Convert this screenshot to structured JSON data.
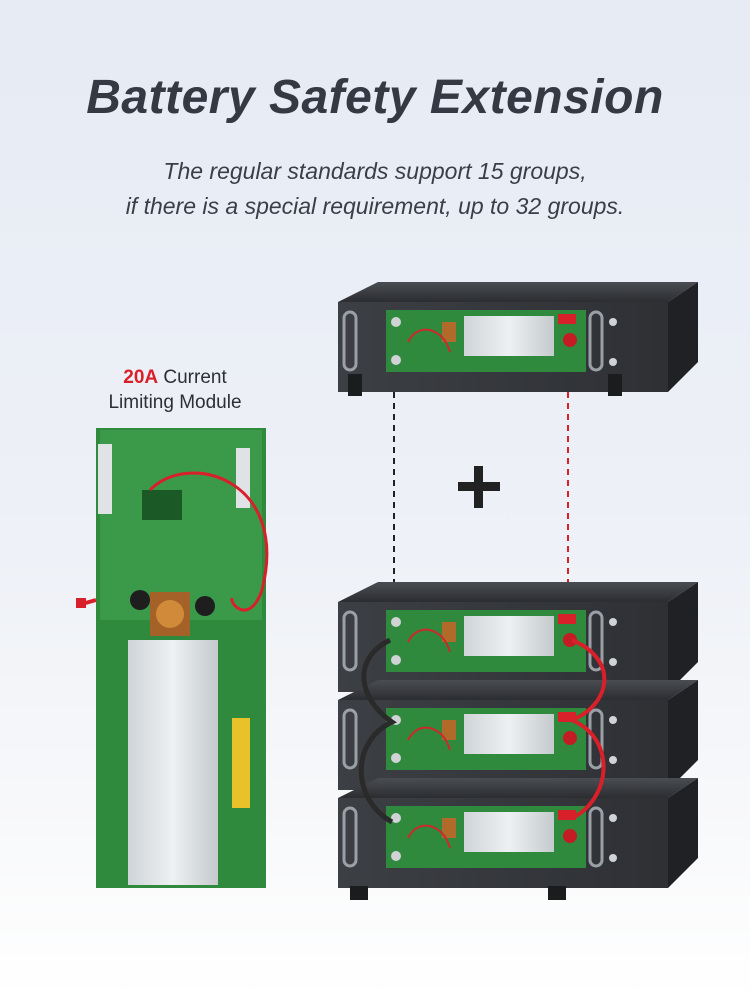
{
  "title": "Battery Safety Extension",
  "subtitle": {
    "line1": "The regular standards support 15 groups,",
    "line2": "if there is a special requirement, up to 32 groups."
  },
  "module_label": {
    "highlight": "20A",
    "rest_line1": "Current",
    "line2": "Limiting Module"
  },
  "plus_symbol": "+",
  "colors": {
    "accent_red": "#d8202a",
    "title_text": "#333a44",
    "pcb_green": "#2f8a3e",
    "enclosure": "#2a2c30"
  },
  "icons": [
    "bms-circuit-board",
    "battery-rack-unit",
    "plus-sign",
    "dashed-connector-line"
  ]
}
